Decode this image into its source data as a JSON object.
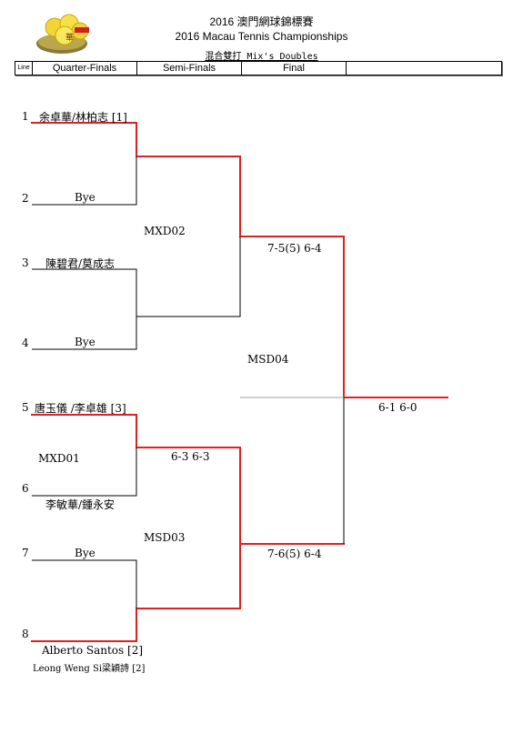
{
  "header": {
    "title_zh": "2016 澳門網球錦標賽",
    "title_en": "2016 Macau Tennis Championships",
    "event": "混合雙打 Mix's Doubles"
  },
  "rounds": {
    "line": "Line",
    "qf": "Quarter-Finals",
    "sf": "Semi-Finals",
    "final": "Final",
    "blank": ""
  },
  "entries": [
    {
      "line": "1",
      "name": "余卓華/林柏志 [1]",
      "sub": ""
    },
    {
      "line": "2",
      "name": "Bye",
      "sub": ""
    },
    {
      "line": "3",
      "name": "陳碧君/莫成志",
      "sub": ""
    },
    {
      "line": "4",
      "name": "Bye",
      "sub": ""
    },
    {
      "line": "5",
      "name": "唐玉儀 /李卓雄 [3]",
      "sub": ""
    },
    {
      "line": "6",
      "name": "李敏華/鍾永安",
      "sub": ""
    },
    {
      "line": "7",
      "name": "Bye",
      "sub": ""
    },
    {
      "line": "8",
      "name": "Alberto Santos [2]",
      "sub": "Leong Weng Si梁穎詩 [2]"
    }
  ],
  "matches": {
    "m1": "MXD01",
    "m2": "MXD02",
    "m3": "MSD03",
    "m4": "MSD04"
  },
  "scores": {
    "sf_bottom_top": "6-3 6-3",
    "final_top": "7-5(5) 6-4",
    "final_bottom": "7-6(5) 6-4",
    "champion": "6-1 6-0"
  },
  "colors": {
    "winner_line": "#e02020",
    "loser_line": "#000000",
    "empty_line": "#a0a0a0"
  }
}
